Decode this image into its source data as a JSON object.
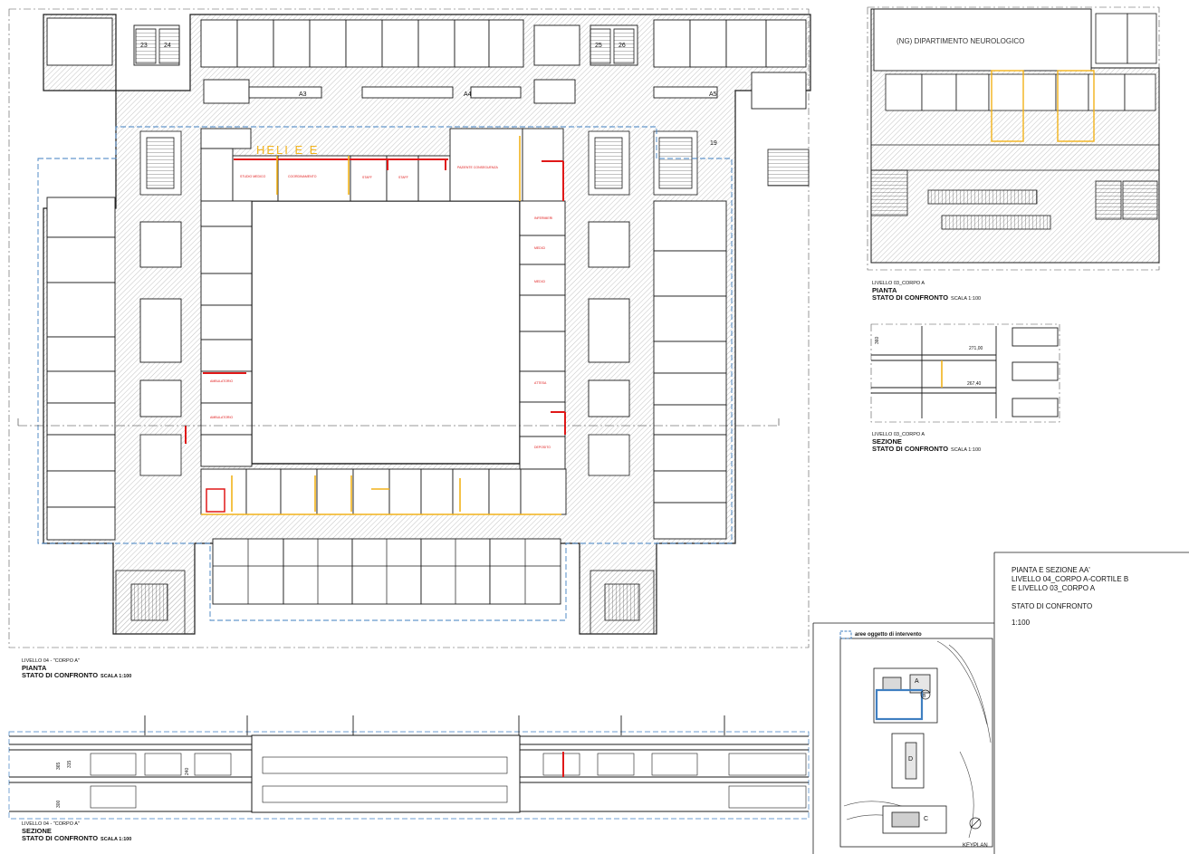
{
  "main_plan": {
    "level": "LIVELLO 04 - \"CORPO A\"",
    "view": "PIANTA",
    "status": "STATO DI CONFRONTO",
    "scale": "SCALA 1:100",
    "room_tags": [
      "A3",
      "A4",
      "A5",
      "23",
      "24",
      "25",
      "26",
      "19"
    ],
    "header_text": "HELI  E  E"
  },
  "main_section": {
    "level": "LIVELLO 04 - \"CORPO A\"",
    "view": "SEZIONE",
    "status": "STATO DI CONFRONTO",
    "scale": "SCALA 1:100",
    "dimensions": [
      "365",
      "315",
      "240",
      "300"
    ]
  },
  "level03_plan": {
    "department": "(NG) DIPARTIMENTO NEUROLOGICO",
    "level": "LIVELLO 03_CORPO A",
    "view": "PIANTA",
    "status": "STATO DI CONFRONTO",
    "scale": "SCALA 1:100"
  },
  "level03_section": {
    "level": "LIVELLO 03_CORPO A",
    "view": "SEZIONE",
    "status": "STATO DI CONFRONTO",
    "scale": "SCALA 1:100",
    "dimensions": [
      "271,00",
      "267,40",
      "360"
    ]
  },
  "title_block": {
    "line1": "PIANTA E SEZIONE AA'",
    "line2": "LIVELLO 04_CORPO A-CORTILE B",
    "line3": "E LIVELLO 03_CORPO A",
    "status": "STATO DI CONFRONTO",
    "scale": "1:100"
  },
  "keyplan": {
    "legend": "aree oggetto di intervento",
    "label": "KEYPLAN",
    "blocks": [
      "A",
      "B",
      "C",
      "D"
    ]
  },
  "colors": {
    "line": "#1a1a1a",
    "hatch": "#9a9a9a",
    "intervention_blue": "#3f7fc1",
    "demolition_red": "#e01818",
    "new_yellow": "#f2b21a"
  }
}
